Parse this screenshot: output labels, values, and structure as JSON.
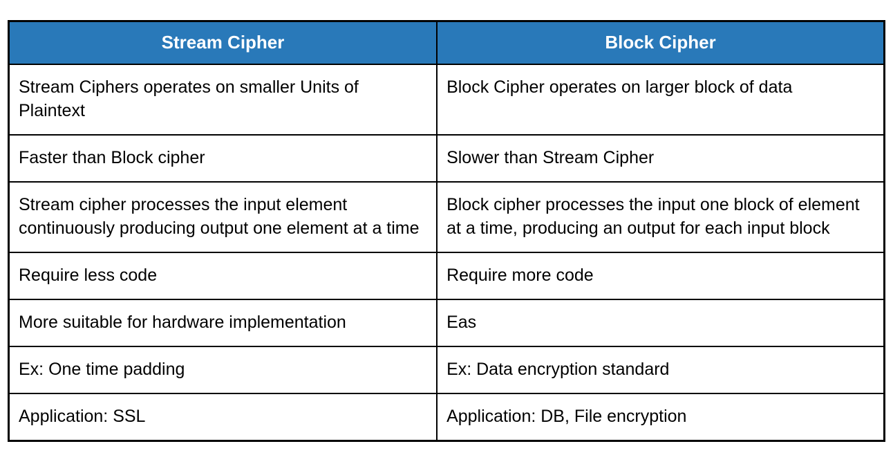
{
  "colors": {
    "header_bg": "#2979B9",
    "header_text": "#FFFFFF",
    "border": "#000000",
    "cell_bg": "#FFFFFF",
    "cell_text": "#000000"
  },
  "table": {
    "headers": [
      "Stream Cipher",
      "Block Cipher"
    ],
    "rows": [
      {
        "cells": [
          "Stream Ciphers operates on smaller Units of Plaintext",
          "Block Cipher operates on larger block of data"
        ]
      },
      {
        "cells": [
          "Faster than Block cipher",
          "Slower than Stream Cipher"
        ]
      },
      {
        "cells": [
          "Stream cipher processes the input element continuously producing output one element at a time",
          "Block cipher processes the input one block of element at a time, producing an output for each input block"
        ]
      },
      {
        "cells": [
          "Require less code",
          "Require more code"
        ]
      },
      {
        "cells": [
          "More suitable for hardware implementation",
          "Eas"
        ]
      },
      {
        "cells": [
          "Ex: One time padding",
          "Ex: Data encryption standard"
        ]
      },
      {
        "cells": [
          "Application: SSL",
          "Application: DB, File encryption"
        ]
      }
    ]
  }
}
